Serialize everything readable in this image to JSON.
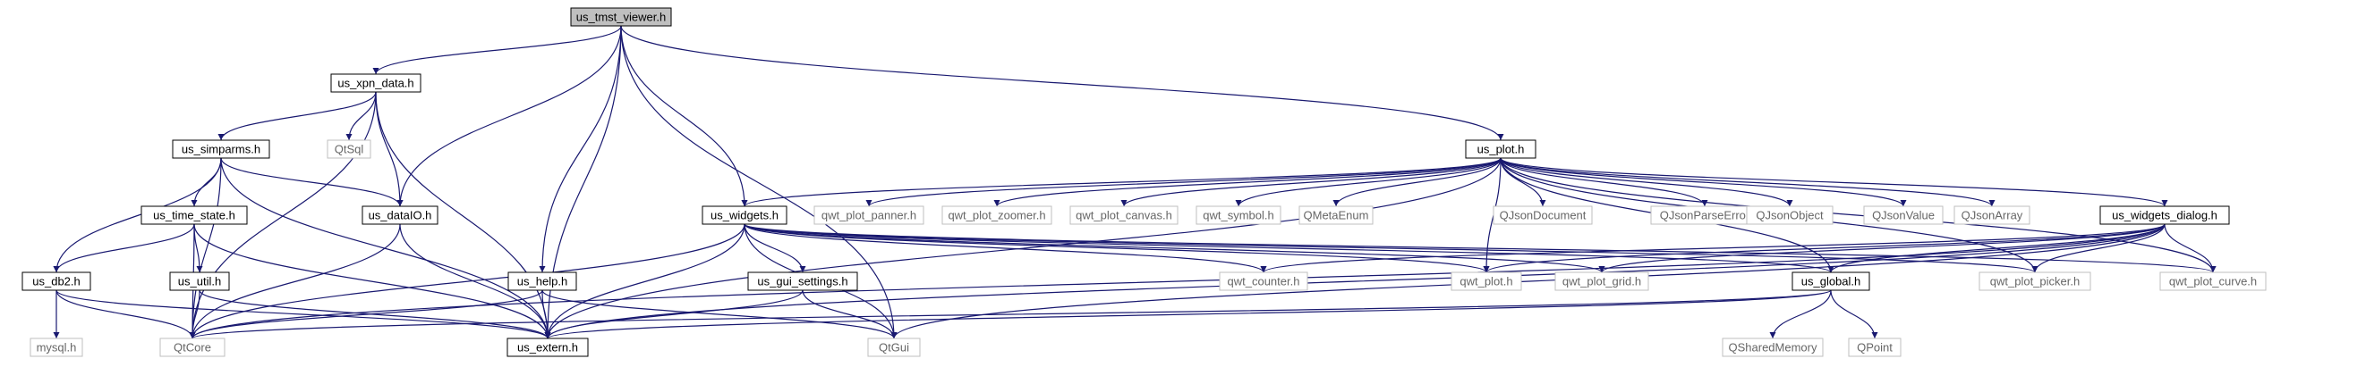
{
  "nodes": [
    {
      "id": "tmst_viewer",
      "label": "us_tmst_viewer.h",
      "style": "root"
    },
    {
      "id": "xpn_data",
      "label": "us_xpn_data.h",
      "style": "internal"
    },
    {
      "id": "simparms",
      "label": "us_simparms.h",
      "style": "internal"
    },
    {
      "id": "qtsql",
      "label": "QtSql",
      "style": "external"
    },
    {
      "id": "time_state",
      "label": "us_time_state.h",
      "style": "internal"
    },
    {
      "id": "datalo",
      "label": "us_dataIO.h",
      "style": "internal"
    },
    {
      "id": "db2",
      "label": "us_db2.h",
      "style": "internal"
    },
    {
      "id": "util",
      "label": "us_util.h",
      "style": "internal"
    },
    {
      "id": "help",
      "label": "us_help.h",
      "style": "internal"
    },
    {
      "id": "mysql",
      "label": "mysql.h",
      "style": "external"
    },
    {
      "id": "qtcore",
      "label": "QtCore",
      "style": "external"
    },
    {
      "id": "extern",
      "label": "us_extern.h",
      "style": "internal"
    },
    {
      "id": "qtgui",
      "label": "QtGui",
      "style": "external"
    },
    {
      "id": "widgets",
      "label": "us_widgets.h",
      "style": "internal"
    },
    {
      "id": "gui_settings",
      "label": "us_gui_settings.h",
      "style": "internal"
    },
    {
      "id": "plot",
      "label": "us_plot.h",
      "style": "internal"
    },
    {
      "id": "qwt_plot_panner",
      "label": "qwt_plot_panner.h",
      "style": "external"
    },
    {
      "id": "qwt_plot_zoomer",
      "label": "qwt_plot_zoomer.h",
      "style": "external"
    },
    {
      "id": "qwt_plot_canvas",
      "label": "qwt_plot_canvas.h",
      "style": "external"
    },
    {
      "id": "qwt_symbol",
      "label": "qwt_symbol.h",
      "style": "external"
    },
    {
      "id": "qmetaenum",
      "label": "QMetaEnum",
      "style": "external"
    },
    {
      "id": "qjsondocument",
      "label": "QJsonDocument",
      "style": "external"
    },
    {
      "id": "qjsonparseerror",
      "label": "QJsonParseError",
      "style": "external"
    },
    {
      "id": "qjsonobject",
      "label": "QJsonObject",
      "style": "external"
    },
    {
      "id": "qjsonvalue",
      "label": "QJsonValue",
      "style": "external"
    },
    {
      "id": "qjsonarray",
      "label": "QJsonArray",
      "style": "external"
    },
    {
      "id": "widgets_dialog",
      "label": "us_widgets_dialog.h",
      "style": "internal"
    },
    {
      "id": "qwt_counter",
      "label": "qwt_counter.h",
      "style": "external"
    },
    {
      "id": "qwt_plot",
      "label": "qwt_plot.h",
      "style": "external"
    },
    {
      "id": "qwt_plot_grid",
      "label": "qwt_plot_grid.h",
      "style": "external"
    },
    {
      "id": "global",
      "label": "us_global.h",
      "style": "internal"
    },
    {
      "id": "qwt_plot_picker",
      "label": "qwt_plot_picker.h",
      "style": "external"
    },
    {
      "id": "qwt_plot_curve",
      "label": "qwt_plot_curve.h",
      "style": "external"
    },
    {
      "id": "qsharedmemory",
      "label": "QSharedMemory",
      "style": "external"
    },
    {
      "id": "qpoint",
      "label": "QPoint",
      "style": "external"
    }
  ],
  "edges": [
    [
      "tmst_viewer",
      "xpn_data"
    ],
    [
      "tmst_viewer",
      "datalo"
    ],
    [
      "tmst_viewer",
      "help"
    ],
    [
      "tmst_viewer",
      "extern"
    ],
    [
      "tmst_viewer",
      "widgets"
    ],
    [
      "tmst_viewer",
      "plot"
    ],
    [
      "tmst_viewer",
      "qtgui"
    ],
    [
      "xpn_data",
      "simparms"
    ],
    [
      "xpn_data",
      "qtsql"
    ],
    [
      "xpn_data",
      "datalo"
    ],
    [
      "xpn_data",
      "qtcore"
    ],
    [
      "xpn_data",
      "extern"
    ],
    [
      "simparms",
      "time_state"
    ],
    [
      "simparms",
      "datalo"
    ],
    [
      "simparms",
      "db2"
    ],
    [
      "simparms",
      "qtcore"
    ],
    [
      "simparms",
      "extern"
    ],
    [
      "time_state",
      "db2"
    ],
    [
      "time_state",
      "util"
    ],
    [
      "time_state",
      "qtcore"
    ],
    [
      "time_state",
      "extern"
    ],
    [
      "db2",
      "mysql"
    ],
    [
      "db2",
      "qtcore"
    ],
    [
      "db2",
      "extern"
    ],
    [
      "util",
      "qtcore"
    ],
    [
      "util",
      "extern"
    ],
    [
      "datalo",
      "qtcore"
    ],
    [
      "datalo",
      "extern"
    ],
    [
      "help",
      "qtcore"
    ],
    [
      "help",
      "extern"
    ],
    [
      "help",
      "qtgui"
    ],
    [
      "widgets",
      "qtcore"
    ],
    [
      "widgets",
      "extern"
    ],
    [
      "widgets",
      "gui_settings"
    ],
    [
      "widgets",
      "qtgui"
    ],
    [
      "widgets",
      "qwt_counter"
    ],
    [
      "widgets",
      "qwt_plot"
    ],
    [
      "widgets",
      "qwt_plot_grid"
    ],
    [
      "widgets",
      "global"
    ],
    [
      "widgets",
      "qwt_plot_picker"
    ],
    [
      "widgets",
      "qwt_plot_curve"
    ],
    [
      "gui_settings",
      "extern"
    ],
    [
      "gui_settings",
      "qtgui"
    ],
    [
      "plot",
      "widgets"
    ],
    [
      "plot",
      "qwt_plot_panner"
    ],
    [
      "plot",
      "qwt_plot_zoomer"
    ],
    [
      "plot",
      "qwt_plot_canvas"
    ],
    [
      "plot",
      "qwt_symbol"
    ],
    [
      "plot",
      "qmetaenum"
    ],
    [
      "plot",
      "qjsondocument"
    ],
    [
      "plot",
      "qjsonparseerror"
    ],
    [
      "plot",
      "qjsonobject"
    ],
    [
      "plot",
      "qjsonvalue"
    ],
    [
      "plot",
      "qjsonarray"
    ],
    [
      "plot",
      "widgets_dialog"
    ],
    [
      "plot",
      "qwt_plot"
    ],
    [
      "plot",
      "extern"
    ],
    [
      "plot",
      "qwt_plot_picker"
    ],
    [
      "plot",
      "qwt_plot_curve"
    ],
    [
      "plot",
      "global"
    ],
    [
      "widgets_dialog",
      "qwt_counter"
    ],
    [
      "widgets_dialog",
      "qwt_plot"
    ],
    [
      "widgets_dialog",
      "qwt_plot_grid"
    ],
    [
      "widgets_dialog",
      "global"
    ],
    [
      "widgets_dialog",
      "qwt_plot_picker"
    ],
    [
      "widgets_dialog",
      "qwt_plot_curve"
    ],
    [
      "widgets_dialog",
      "qtcore"
    ],
    [
      "widgets_dialog",
      "extern"
    ],
    [
      "widgets_dialog",
      "qtgui"
    ],
    [
      "global",
      "extern"
    ],
    [
      "global",
      "qsharedmemory"
    ],
    [
      "global",
      "qpoint"
    ],
    [
      "global",
      "qtcore"
    ]
  ],
  "colors": {
    "edge": "#191970",
    "internal_border": "#000000",
    "external_border": "#bfbfbf",
    "root_fill": "#bfbfbf",
    "external_text": "#666666",
    "text": "#000000"
  }
}
